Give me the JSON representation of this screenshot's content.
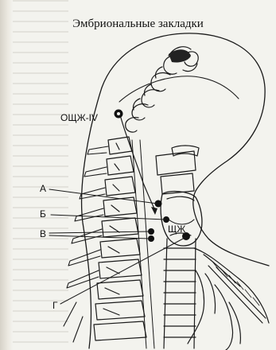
{
  "figure": {
    "title": "Эмбриональные закладки",
    "labels": {
      "source": "ОЩЖ-IV",
      "a": "А",
      "b": "Б",
      "v": "В",
      "g": "Г",
      "thyroid": "ЩЖ"
    }
  }
}
